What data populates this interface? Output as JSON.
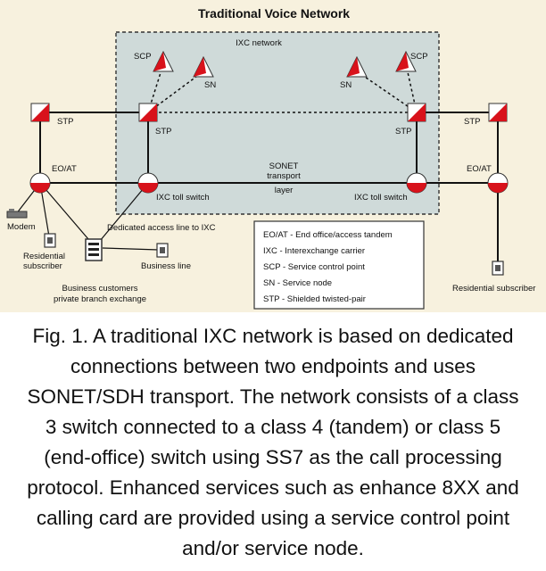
{
  "title": "Traditional Voice Network",
  "ixc_label": "IXC network",
  "labels": {
    "scp_left": "SCP",
    "scp_right": "SCP",
    "sn_left": "SN",
    "sn_right": "SN",
    "stp_far_left": "STP",
    "stp_ixc_left": "STP",
    "stp_ixc_right": "STP",
    "stp_far_right": "STP",
    "eo_at_left": "EO/AT",
    "eo_at_right": "EO/AT",
    "ixc_toll_left": "IXC toll switch",
    "ixc_toll_right": "IXC toll switch",
    "sonet_1": "SONET",
    "sonet_2": "transport",
    "sonet_3": "layer",
    "modem": "Modem",
    "res_sub_left_1": "Residential",
    "res_sub_left_2": "subscriber",
    "dedicated": "Dedicated access line to IXC",
    "business_line": "Business line",
    "business_cust_1": "Business customers",
    "business_cust_2": "private branch exchange",
    "res_sub_right": "Residential subscriber"
  },
  "legend": [
    "EO/AT - End office/access tandem",
    "IXC - Interexchange carrier",
    "SCP - Service control point",
    "SN - Service node",
    "STP - Shielded twisted-pair"
  ],
  "colors": {
    "background": "#f7f1de",
    "ixc_box": "#cfdad9",
    "accent_red": "#d8121b",
    "line": "#111111"
  },
  "caption": [
    "Fig. 1. A traditional IXC network is based on dedicated",
    "connections between two endpoints and uses",
    "SONET/SDH transport. The network consists of a class",
    "3 switch connected to a class 4 (tandem) or class 5",
    "(end-office) switch using SS7 as the call processing",
    "protocol. Enhanced services such as enhance 8XX and",
    "calling card are provided using a service control point",
    "and/or service node."
  ]
}
